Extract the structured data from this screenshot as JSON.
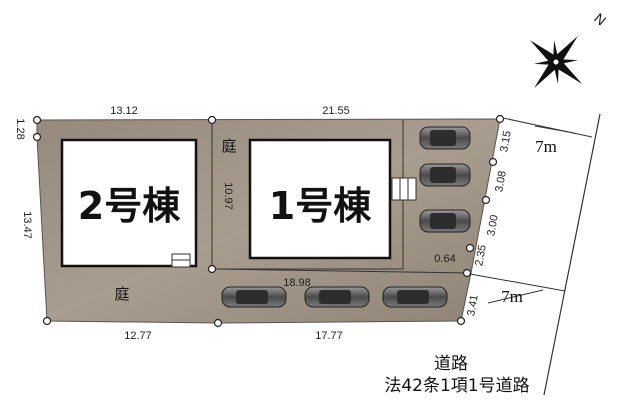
{
  "compass": {
    "north_label": "N"
  },
  "buildings": {
    "building_2": "2号棟",
    "building_1": "1号棟"
  },
  "gardens": {
    "front_yard": "庭",
    "side_yard": "庭"
  },
  "dimensions": {
    "top_left": "13.12",
    "top_right": "21.55",
    "left_top_corner": "1.28",
    "left_side": "13.47",
    "bottom_left": "12.77",
    "bottom_right": "17.77",
    "internal_boundary": "18.98",
    "building1_depth": "10.97",
    "right_top": "3.15",
    "right_upper": "3.08",
    "right_middle": "3.00",
    "right_lower": "2.35",
    "notch": "0.64",
    "right_bottom": "3.41"
  },
  "road_width": {
    "upper": "7m",
    "lower": "7m"
  },
  "road": {
    "line1": "道路",
    "line2": "法42条1項1号道路"
  }
}
